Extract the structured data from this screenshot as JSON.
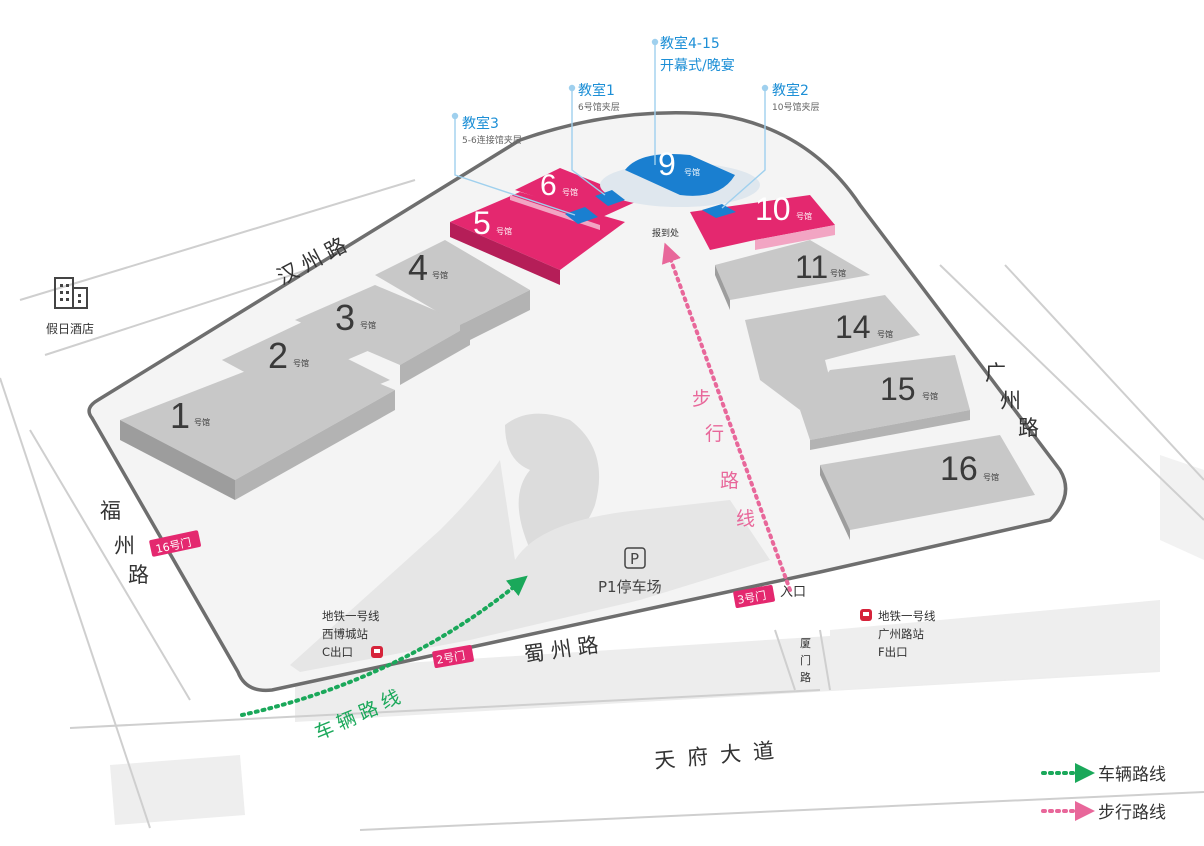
{
  "roads": {
    "hanzhou": "汉州路",
    "fuzhou": "福州路",
    "guangzhou": "广州路",
    "shuzhou": "蜀州路",
    "tianfu": "天府大道",
    "xiamen": "厦门路"
  },
  "halls": {
    "suffix": "号馆",
    "h1": "1",
    "h2": "2",
    "h3": "3",
    "h4": "4",
    "h5": "5",
    "h6": "6",
    "h9": "9",
    "h10": "10",
    "h11": "11",
    "h14": "14",
    "h15": "15",
    "h16": "16"
  },
  "rooms": {
    "r415_title": "教室4-15",
    "r415_sub": "开幕式/晚宴",
    "r1_title": "教室1",
    "r1_sub": "6号馆夹层",
    "r2_title": "教室2",
    "r2_sub": "10号馆夹层",
    "r3_title": "教室3",
    "r3_sub": "5-6连接馆夹层"
  },
  "registration": "报到处",
  "hotel": "假日酒店",
  "gates": {
    "g16": "16号门",
    "g2": "2号门",
    "g3": "3号门",
    "entrance": "入口"
  },
  "parking": {
    "symbol": "P",
    "label": "P1停车场"
  },
  "metro": {
    "west_line": "地铁一号线",
    "west_station": "西博城站",
    "west_exit": "C出口",
    "east_line": "地铁一号线",
    "east_station": "广州路站",
    "east_exit": "F出口"
  },
  "routes": {
    "walk_chars": [
      "步",
      "行",
      "路",
      "线"
    ],
    "car_chars": [
      "车",
      "辆",
      "路",
      "线"
    ]
  },
  "legend": {
    "car": "车辆路线",
    "walk": "步行路线",
    "car_color": "#1aa85a",
    "walk_color": "#e8679a"
  },
  "colors": {
    "hall_gray": "#c8c8c8",
    "hall_pink": "#e4286f",
    "hall_blue": "#1a7fd0",
    "outline": "#6e6e6e",
    "road": "#ececec"
  }
}
